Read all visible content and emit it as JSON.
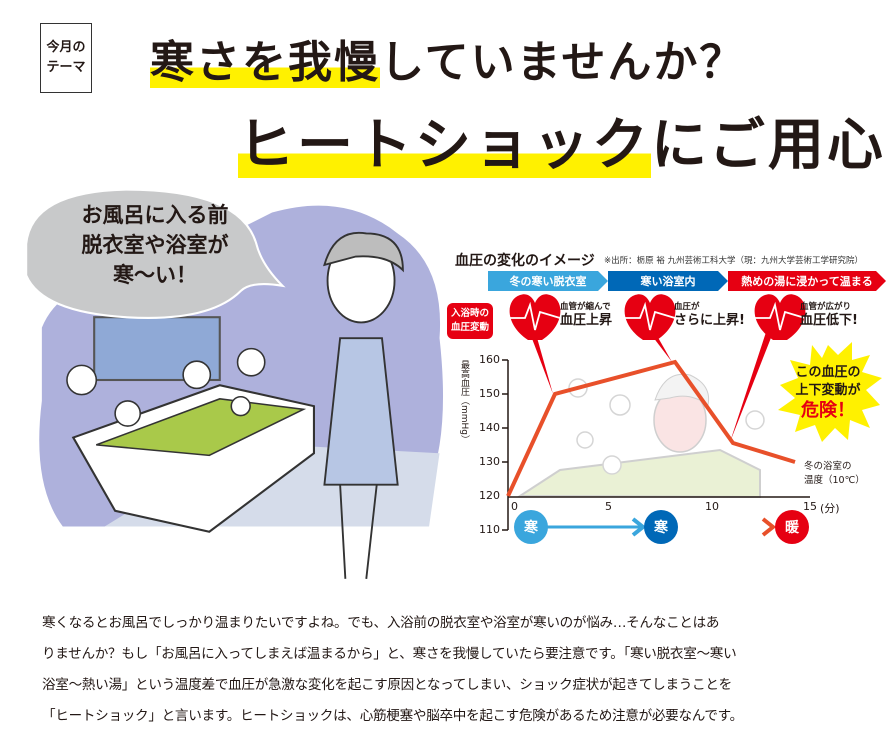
{
  "header": {
    "theme_label_line1": "今月の",
    "theme_label_line2": "テーマ",
    "title_line1_highlight": "寒さを我慢",
    "title_line1_rest": "していませんか？",
    "title_line2_highlight": "ヒートショック",
    "title_line2_rest": "にご用心"
  },
  "illustration": {
    "speech_bubble_lines": [
      "お風呂に入る前",
      "脱衣室や浴室が",
      "寒〜い！"
    ]
  },
  "chart_panel": {
    "title": "血圧の変化のイメージ",
    "source": "※出所：栃原 裕 九州芸術工科大学（現：九州大学芸術工学研究院）",
    "stages": [
      {
        "label": "冬の寒い脱衣室",
        "color": "#3aa6dd"
      },
      {
        "label": "寒い浴室内",
        "color": "#0068b7"
      },
      {
        "label": "熱めの湯に浸かって温まる",
        "color": "#e60012"
      }
    ],
    "bp_label_line1": "入浴時の",
    "bp_label_line2": "血圧変動",
    "hearts": [
      {
        "small": "血管が縮んで",
        "big": "血圧上昇"
      },
      {
        "small": "血圧が",
        "big": "さらに上昇!"
      },
      {
        "small": "血管が広がり",
        "big": "血圧低下!"
      }
    ],
    "danger_line1": "この血圧の",
    "danger_line2": "上下変動が",
    "danger_line3": "危険！",
    "room_temp_line1": "冬の浴室の",
    "room_temp_line2": "温度（10℃）",
    "temp_markers": [
      {
        "label": "寒",
        "color": "#3aa6dd"
      },
      {
        "label": "寒",
        "color": "#0068b7"
      },
      {
        "label": "暖",
        "color": "#e60012"
      }
    ]
  },
  "chart_data": {
    "type": "line",
    "title": "血圧の変化のイメージ",
    "xlabel": "(分)",
    "ylabel": "最高血圧（mmHg）",
    "x_ticks": [
      "0",
      "5",
      "10",
      "15"
    ],
    "y_ticks": [
      "110",
      "120",
      "130",
      "140",
      "150",
      "160"
    ],
    "xlim": [
      0,
      15
    ],
    "ylim": [
      110,
      160
    ],
    "series": [
      {
        "name": "最高血圧",
        "color": "#e8502a",
        "x": [
          0,
          2.3,
          8.3,
          11.2,
          14.3
        ],
        "y": [
          120,
          150,
          159,
          135,
          130
        ]
      }
    ],
    "grid": false
  },
  "body": {
    "lines": [
      "寒くなるとお風呂でしっかり温まりたいですよね。でも、入浴前の脱衣室や浴室が寒いのが悩み…そんなことはあ",
      "りませんか？もし「お風呂に入ってしまえば温まるから」と、寒さを我慢していたら要注意です。「寒い脱衣室〜寒い",
      "浴室〜熱い湯」という温度差で血圧が急激な変化を起こす原因となってしまい、ショック症状が起きてしまうことを",
      "「ヒートショック」と言います。ヒートショックは、心筋梗塞や脳卒中を起こす危険があるため注意が必要なんです。"
    ]
  }
}
